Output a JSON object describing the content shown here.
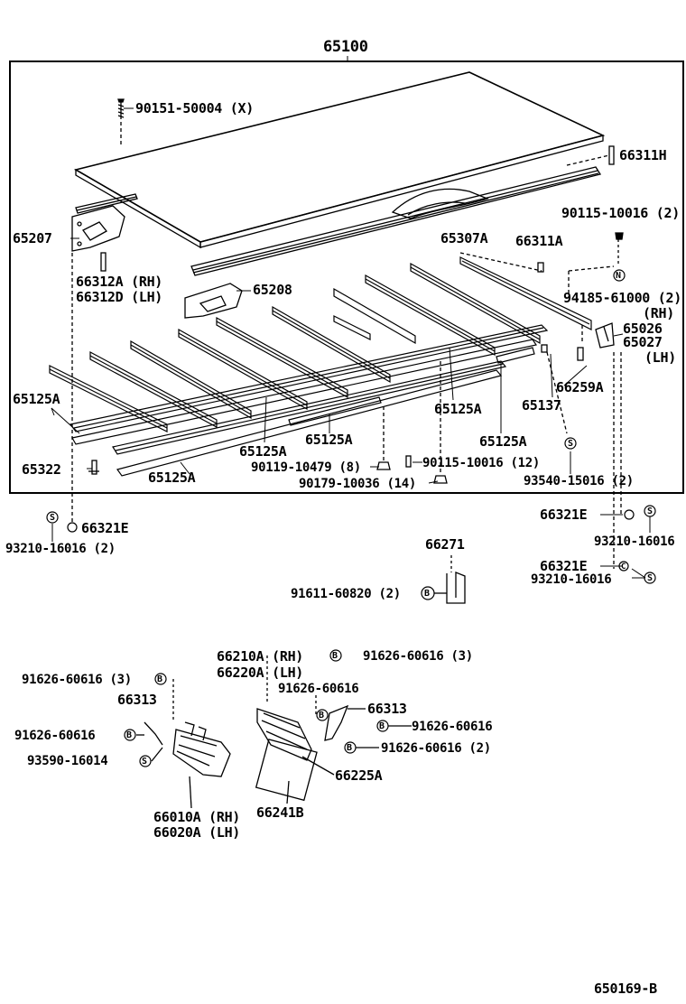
{
  "diagram": {
    "assembly_number": "65100",
    "labels": [
      {
        "id": "l1",
        "text": "90151-50004 (X)"
      },
      {
        "id": "l2",
        "text": "66311H"
      },
      {
        "id": "l3",
        "text": "90115-10016 (2)"
      },
      {
        "id": "l4",
        "text": "65207"
      },
      {
        "id": "l5",
        "text": "65307A"
      },
      {
        "id": "l6",
        "text": "66311A"
      },
      {
        "id": "l7",
        "text": "66312A (RH)"
      },
      {
        "id": "l8",
        "text": "66312D (LH)"
      },
      {
        "id": "l9",
        "text": "65208"
      },
      {
        "id": "l10",
        "text": "94185-61000 (2)"
      },
      {
        "id": "l11",
        "text": "(RH)"
      },
      {
        "id": "l12",
        "text": "65026"
      },
      {
        "id": "l13",
        "text": "65027"
      },
      {
        "id": "l14",
        "text": "(LH)"
      },
      {
        "id": "l15",
        "text": "66259A"
      },
      {
        "id": "l16",
        "text": "65125A"
      },
      {
        "id": "l17",
        "text": "65125A"
      },
      {
        "id": "l18",
        "text": "65137"
      },
      {
        "id": "l19",
        "text": "65125A"
      },
      {
        "id": "l20",
        "text": "65125A"
      },
      {
        "id": "l21",
        "text": "65125A"
      },
      {
        "id": "l22",
        "text": "65322"
      },
      {
        "id": "l23",
        "text": "90119-10479 (8)"
      },
      {
        "id": "l24",
        "text": "90115-10016 (12)"
      },
      {
        "id": "l25",
        "text": "65125A"
      },
      {
        "id": "l26",
        "text": "90179-10036 (14)"
      },
      {
        "id": "l27",
        "text": "93540-15016 (2)"
      },
      {
        "id": "l28",
        "text": "66321E"
      },
      {
        "id": "l29",
        "text": "66321E"
      },
      {
        "id": "l30",
        "text": "93210-16016 (2)"
      },
      {
        "id": "l31",
        "text": "93210-16016"
      },
      {
        "id": "l32",
        "text": "66271"
      },
      {
        "id": "l33",
        "text": "66321E"
      },
      {
        "id": "l34",
        "text": "91611-60820 (2)"
      },
      {
        "id": "l35",
        "text": "93210-16016"
      },
      {
        "id": "l36",
        "text": "66210A (RH)"
      },
      {
        "id": "l37",
        "text": "91626-60616 (3)"
      },
      {
        "id": "l38",
        "text": "66220A (LH)"
      },
      {
        "id": "l39",
        "text": "91626-60616 (3)"
      },
      {
        "id": "l40",
        "text": "91626-60616"
      },
      {
        "id": "l41",
        "text": "66313"
      },
      {
        "id": "l42",
        "text": "66313"
      },
      {
        "id": "l43",
        "text": "91626-60616"
      },
      {
        "id": "l44",
        "text": "91626-60616"
      },
      {
        "id": "l45",
        "text": "91626-60616 (2)"
      },
      {
        "id": "l46",
        "text": "93590-16014"
      },
      {
        "id": "l47",
        "text": "66225A"
      },
      {
        "id": "l48",
        "text": "66010A (RH)"
      },
      {
        "id": "l49",
        "text": "66241B"
      },
      {
        "id": "l50",
        "text": "66020A (LH)"
      },
      {
        "id": "l51",
        "text": "650169-B"
      }
    ],
    "symbols": {
      "s": "S",
      "b": "B",
      "n": "N",
      "c": "C"
    }
  }
}
